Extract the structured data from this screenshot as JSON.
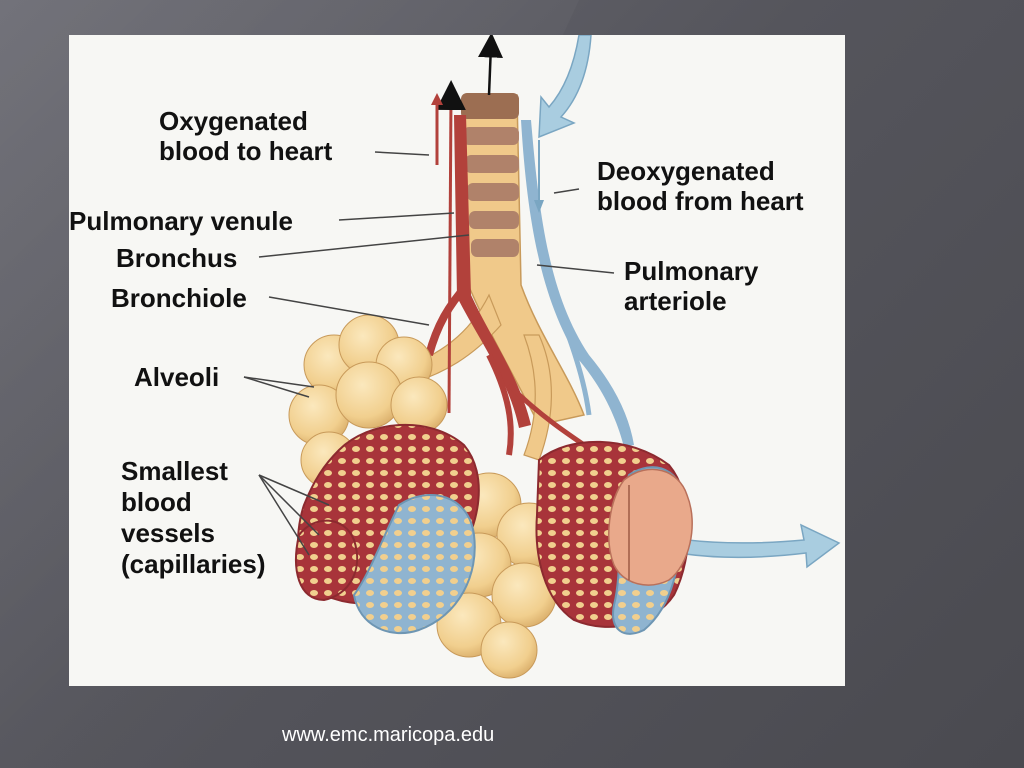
{
  "diagram": {
    "labels": {
      "oxygenated_1": "Oxygenated",
      "oxygenated_2": "blood to heart",
      "deoxygenated_1": "Deoxygenated",
      "deoxygenated_2": "blood from heart",
      "pulmonary_venule": "Pulmonary venule",
      "bronchus": "Bronchus",
      "bronchiole": "Bronchiole",
      "pulmonary_arteriole_1": "Pulmonary",
      "pulmonary_arteriole_2": "arteriole",
      "alveoli": "Alveoli",
      "capillaries_1": "Smallest",
      "capillaries_2": "blood",
      "capillaries_3": "vessels",
      "capillaries_4": "(capillaries)"
    },
    "colors": {
      "oxygenated_vessel": "#b2413b",
      "deoxygenated_vessel": "#8fb4d0",
      "airway": "#f0c98a",
      "alveolus": "#f3d396",
      "bronchus_ring": "#a9795a",
      "flow_arrow": "#a9cde0"
    }
  },
  "footer": {
    "source": "www.emc.maricopa.edu"
  }
}
